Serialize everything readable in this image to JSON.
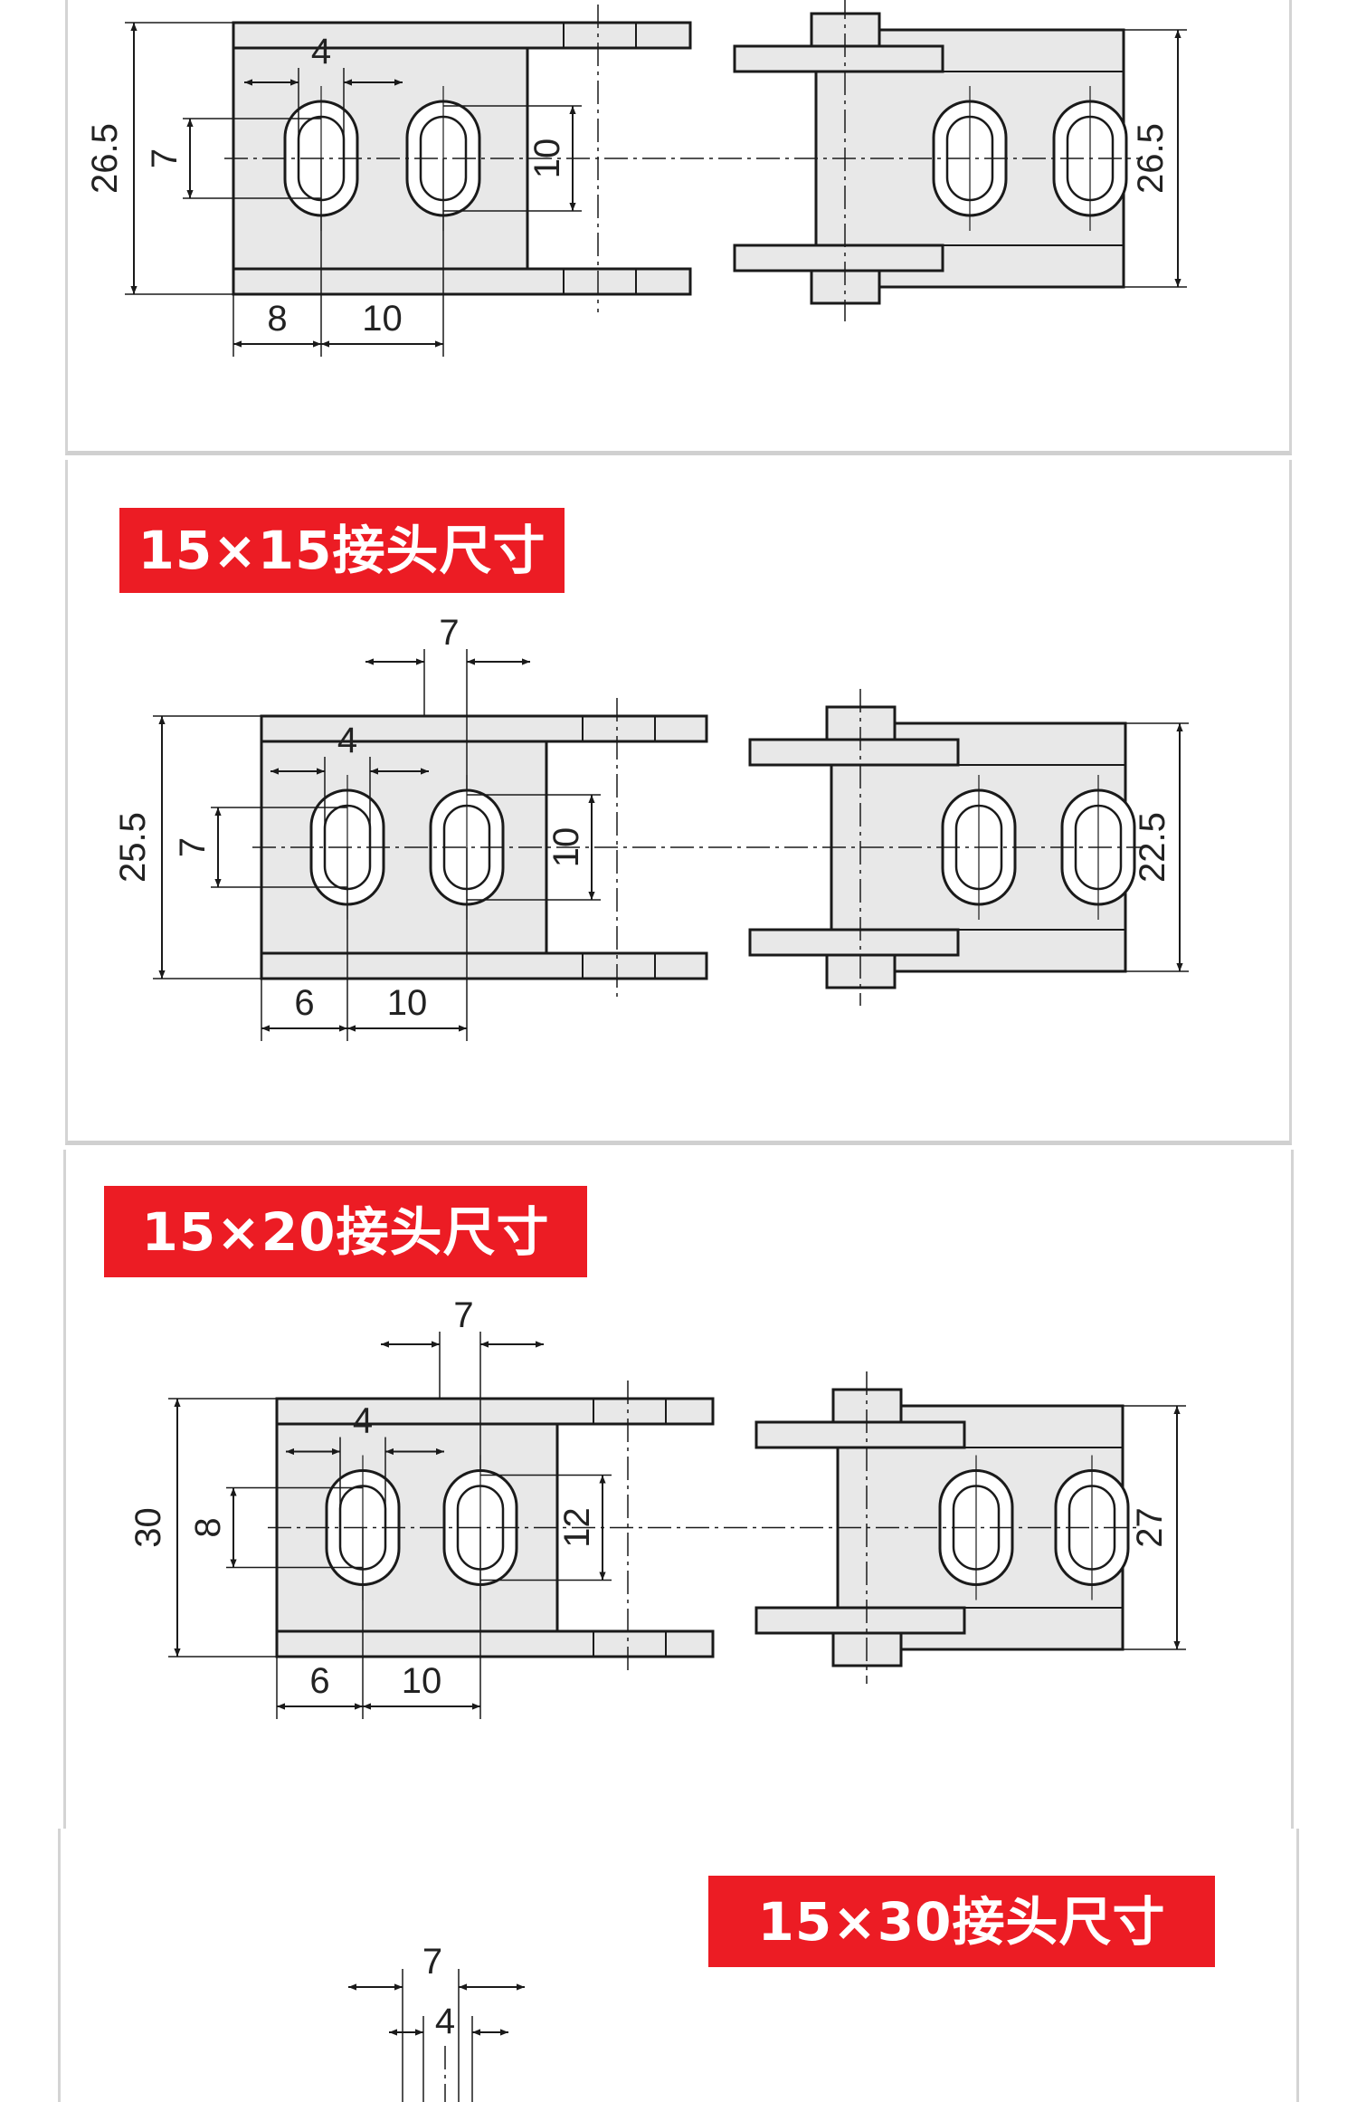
{
  "colors": {
    "label_bg": "#ec1c24",
    "label_text": "#ffffff",
    "part_fill": "#e8e8e8",
    "line": "#1a1a1a"
  },
  "sections": [
    {
      "title": "",
      "dims": {
        "height": "26.5",
        "slot_pitch_top": "",
        "slot_len": "4",
        "slot_w": "7",
        "inner": "10",
        "edge": "8",
        "pitch": "10",
        "right_height": "26.5"
      }
    },
    {
      "title": "15×15接头尺寸",
      "dims": {
        "height": "25.5",
        "slot_pitch_top": "7",
        "slot_len": "4",
        "slot_w": "7",
        "inner": "10",
        "edge": "6",
        "pitch": "10",
        "right_height": "22.5"
      }
    },
    {
      "title": "15×20接头尺寸",
      "dims": {
        "height": "30",
        "slot_pitch_top": "7",
        "slot_len": "4",
        "slot_w": "8",
        "inner": "12",
        "edge": "6",
        "pitch": "10",
        "right_height": "27"
      }
    },
    {
      "title": "15×30接头尺寸",
      "dims": {
        "slot_pitch_top": "7",
        "slot_len": "4"
      }
    }
  ]
}
